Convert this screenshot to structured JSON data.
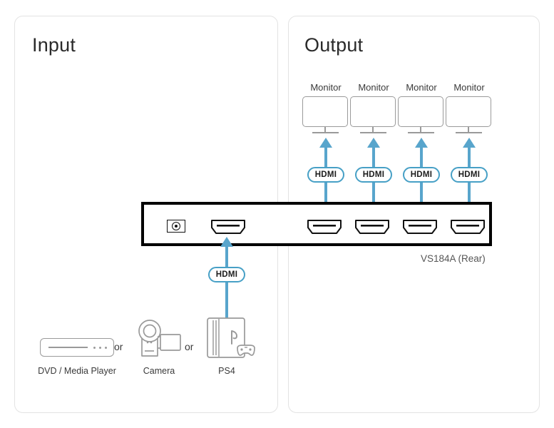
{
  "diagram": {
    "title_hidden": "VS184A HDMI splitter connection diagram",
    "accent_blue": "#58a5cc",
    "badge_border": "#47a0c6",
    "device_outline": "#000000",
    "icon_grey": "#9a9a9a"
  },
  "panels": {
    "input": {
      "title": "Input"
    },
    "output": {
      "title": "Output"
    }
  },
  "device": {
    "label": "VS184A (Rear)",
    "ports": {
      "power_jack_name": "power-jack",
      "input_hdmi_name": "hdmi-input-port",
      "output_hdmi_count": 4
    }
  },
  "output_section": {
    "monitors": [
      {
        "label": "Monitor",
        "badge": "HDMI"
      },
      {
        "label": "Monitor",
        "badge": "HDMI"
      },
      {
        "label": "Monitor",
        "badge": "HDMI"
      },
      {
        "label": "Monitor",
        "badge": "HDMI"
      }
    ]
  },
  "input_section": {
    "badge": "HDMI",
    "sources": [
      {
        "label": "DVD / Media Player",
        "icon": "dvd-player-icon"
      },
      {
        "label": "Camera",
        "icon": "camcorder-icon"
      },
      {
        "label": "PS4",
        "icon": "ps4-console-icon"
      }
    ],
    "separators": [
      "or",
      "or"
    ]
  }
}
